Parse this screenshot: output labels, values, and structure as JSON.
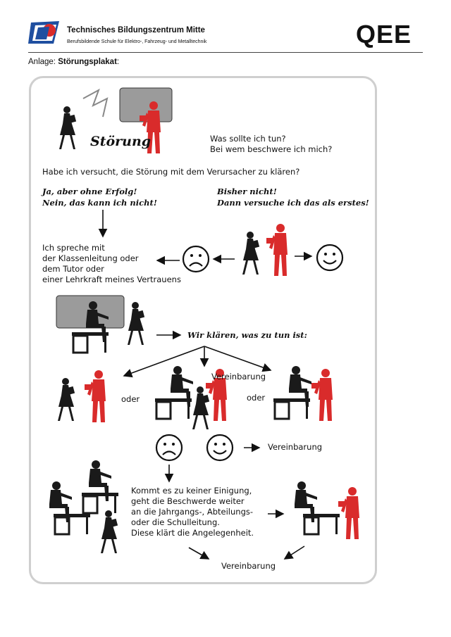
{
  "header": {
    "title": "Technisches Bildungszentrum Mitte",
    "subtitle": "Berufsbildende Schule für Elektro-, Fahrzeug- und Metalltechnik",
    "code": "QEE"
  },
  "attachment": {
    "prefix": "Anlage: ",
    "name": "Störungsplakat",
    "suffix": ":"
  },
  "poster": {
    "stoerung": "Störung",
    "question_1": "Was sollte ich tun?\nBei wem beschwere ich mich?",
    "question_2": "Habe ich versucht, die Störung mit dem Verursacher zu klären?",
    "answer_left": "Ja, aber ohne Erfolg!\nNein, das kann ich nicht!",
    "answer_right": "Bisher nicht!\nDann versuche ich das als erstes!",
    "contact_text": "Ich spreche mit\nder Klassenleitung oder\ndem Tutor oder\neiner Lehrkraft meines Vertrauens",
    "clarify": "Wir klären, was zu tun ist:",
    "agreement_top": "Vereinbarung",
    "or_left": "oder",
    "or_right": "oder",
    "agreement_mid": "Vereinbarung",
    "escalation_text": "Kommt es zu keiner Einigung,\ngeht die Beschwerde weiter\nan die Jahrgangs-, Abteilungs-\noder die Schulleitung.\nDiese klärt die Angelegenheit.",
    "agreement_bottom": "Vereinbarung"
  },
  "colors": {
    "accent_red": "#d92b2b",
    "logo_blue": "#1f4fa0",
    "silhouette": "#1a1a1a",
    "board_grey": "#9b9b9b"
  }
}
